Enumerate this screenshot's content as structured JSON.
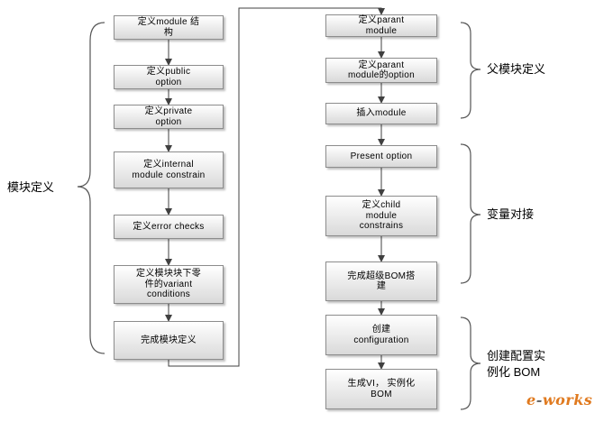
{
  "left_column": [
    {
      "id": "l1",
      "text": "定义module 结\n构"
    },
    {
      "id": "l2",
      "text": "定义public\noption"
    },
    {
      "id": "l3",
      "text": "定义private\noption"
    },
    {
      "id": "l4",
      "text": "定义internal\nmodule constrain"
    },
    {
      "id": "l5",
      "text": "定义error checks"
    },
    {
      "id": "l6",
      "text": "定义模块块下零\n件的variant\nconditions"
    },
    {
      "id": "l7",
      "text": "完成模块定义"
    }
  ],
  "right_column": [
    {
      "id": "r1",
      "text": "定义parant\nmodule"
    },
    {
      "id": "r2",
      "text": "定义parant\nmodule的option"
    },
    {
      "id": "r3",
      "text": "插入module"
    },
    {
      "id": "r4",
      "text": "Present option"
    },
    {
      "id": "r5",
      "text": "定义child\nmodule\nconstrains"
    },
    {
      "id": "r6",
      "text": "完成超级BOM搭\n建"
    },
    {
      "id": "r7",
      "text": "创建\nconfiguration"
    },
    {
      "id": "r8",
      "text": "生成VI， 实例化\nBOM"
    }
  ],
  "group_labels": {
    "module_definition": "模块定义",
    "parent_module_definition": "父模块定义",
    "variable_matching": "变量对接",
    "create_config_instance": "创建配置实\n例化 BOM"
  },
  "logo": {
    "text": "e-works",
    "color": "#e07a1f"
  },
  "colors": {
    "line": "#404040",
    "box_border": "#8c8c8c"
  }
}
